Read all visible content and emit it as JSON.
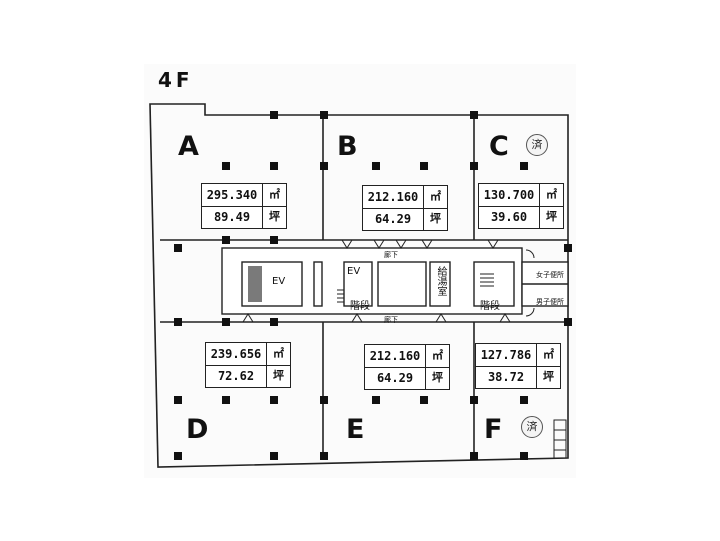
{
  "floor": "4F",
  "units": {
    "A": {
      "letter": "A",
      "area_m2": "295.340",
      "area_tsubo": "89.49"
    },
    "B": {
      "letter": "B",
      "area_m2": "212.160",
      "area_tsubo": "64.29"
    },
    "C": {
      "letter": "C",
      "area_m2": "130.700",
      "area_tsubo": "39.60",
      "status": "済"
    },
    "D": {
      "letter": "D",
      "area_m2": "239.656",
      "area_tsubo": "72.62"
    },
    "E": {
      "letter": "E",
      "area_m2": "212.160",
      "area_tsubo": "64.29"
    },
    "F": {
      "letter": "F",
      "area_m2": "127.786",
      "area_tsubo": "38.72",
      "status": "済"
    }
  },
  "units_labels": {
    "m2": "㎡",
    "tsubo": "坪"
  },
  "core": {
    "ev_large": "EV",
    "ev_small": "EV",
    "stairs_left": "階段",
    "stairs_right": "階段",
    "kitchen": "給湯室",
    "corridor_top": "廊下",
    "corridor_bottom": "廊下",
    "womens_wc": "女子便所",
    "mens_wc": "男子便所"
  }
}
